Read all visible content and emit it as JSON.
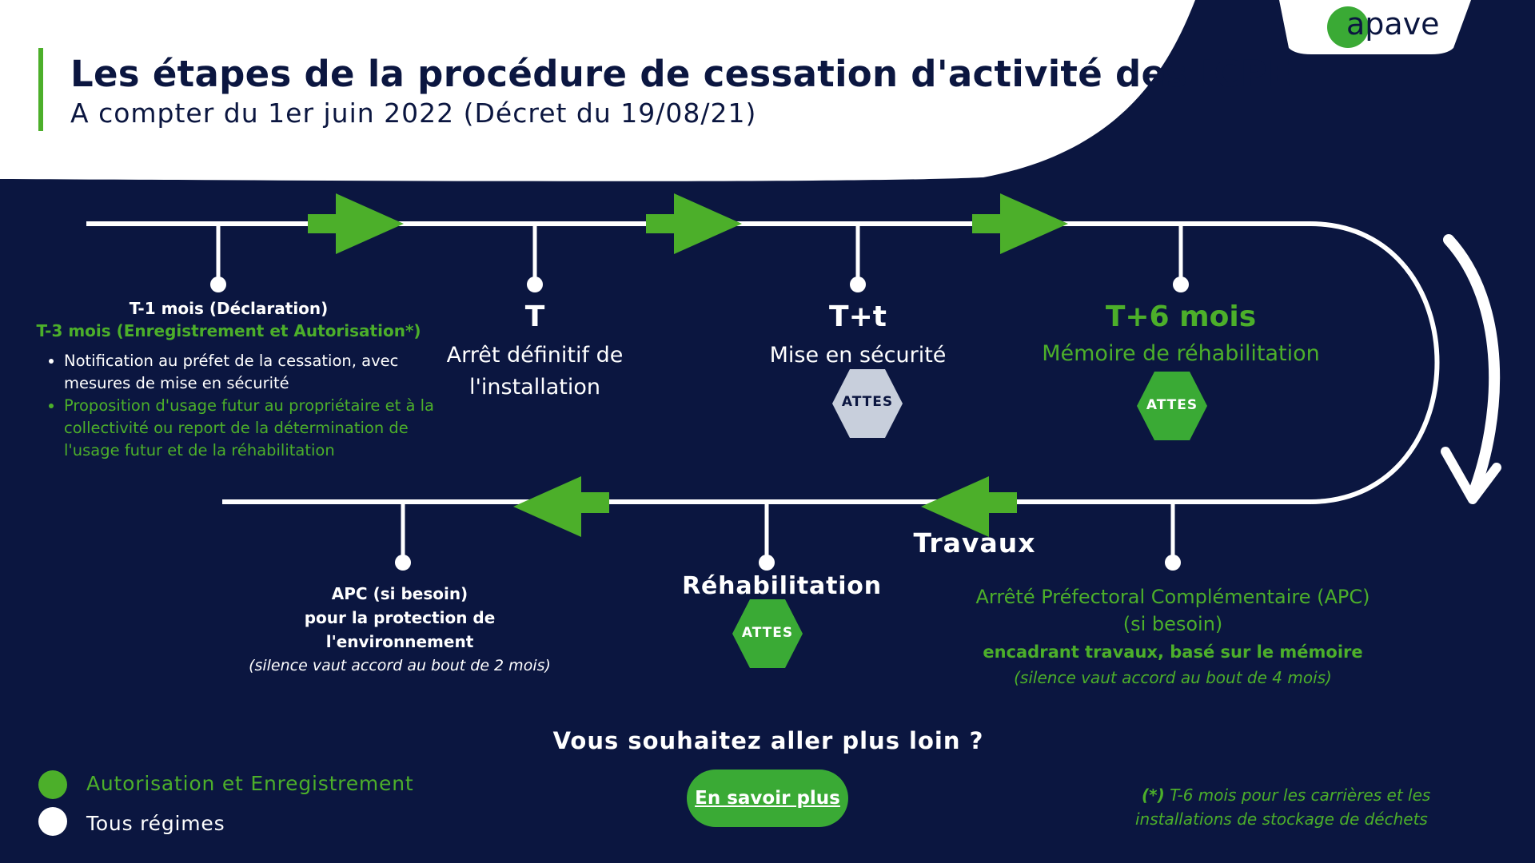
{
  "header": {
    "title": "Les étapes de la procédure de cessation d'activité des ICPE",
    "subtitle": "A compter du 1er juin 2022 (Décret du 19/08/21)",
    "logo_text": "apave"
  },
  "colors": {
    "background": "#0b1640",
    "green": "#4caf2a",
    "white": "#ffffff",
    "hex_grey": "#c8cfdc"
  },
  "top_timeline": {
    "step1": {
      "label_white": "T-1 mois (Déclaration)",
      "label_green": "T-3 mois (Enregistrement et Autorisation*)",
      "bullets": [
        "Notification au préfet de la cessation, avec mesures de mise en sécurité",
        "Proposition d'usage futur au propriétaire et à la collectivité ou report de la détermination de l'usage futur et de la réhabilitation"
      ]
    },
    "step2": {
      "title": "T",
      "description": "Arrêt définitif de l'installation"
    },
    "step3": {
      "title": "T+t",
      "description": "Mise en sécurité",
      "badge": "ATTES"
    },
    "step4": {
      "title": "T+6 mois",
      "description": "Mémoire de réhabilitation",
      "badge": "ATTES"
    }
  },
  "bottom_timeline": {
    "arrow_label": "Travaux",
    "apc_right": {
      "line1": "Arrêté Préfectoral Complémentaire (APC)",
      "line2": "(si besoin)",
      "bold": "encadrant travaux, basé sur le mémoire",
      "italic": "(silence vaut accord au bout de 4 mois)"
    },
    "rehabilitation": {
      "title": "Réhabilitation",
      "badge": "ATTES"
    },
    "apc_left": {
      "line1": "APC (si besoin)",
      "line2": "pour la protection de",
      "line3": "l'environnement",
      "italic": "(silence vaut accord au bout de 2 mois)"
    }
  },
  "cta": {
    "question": "Vous souhaitez aller plus loin ?",
    "button_label": "En savoir plus"
  },
  "legend": [
    {
      "label": "Autorisation et Enregistrement",
      "color": "#4caf2a"
    },
    {
      "label": "Tous régimes",
      "color": "#ffffff"
    }
  ],
  "footnote": {
    "marker": "(*)",
    "text": "T-6 mois pour les carrières et les installations de stockage de déchets"
  }
}
